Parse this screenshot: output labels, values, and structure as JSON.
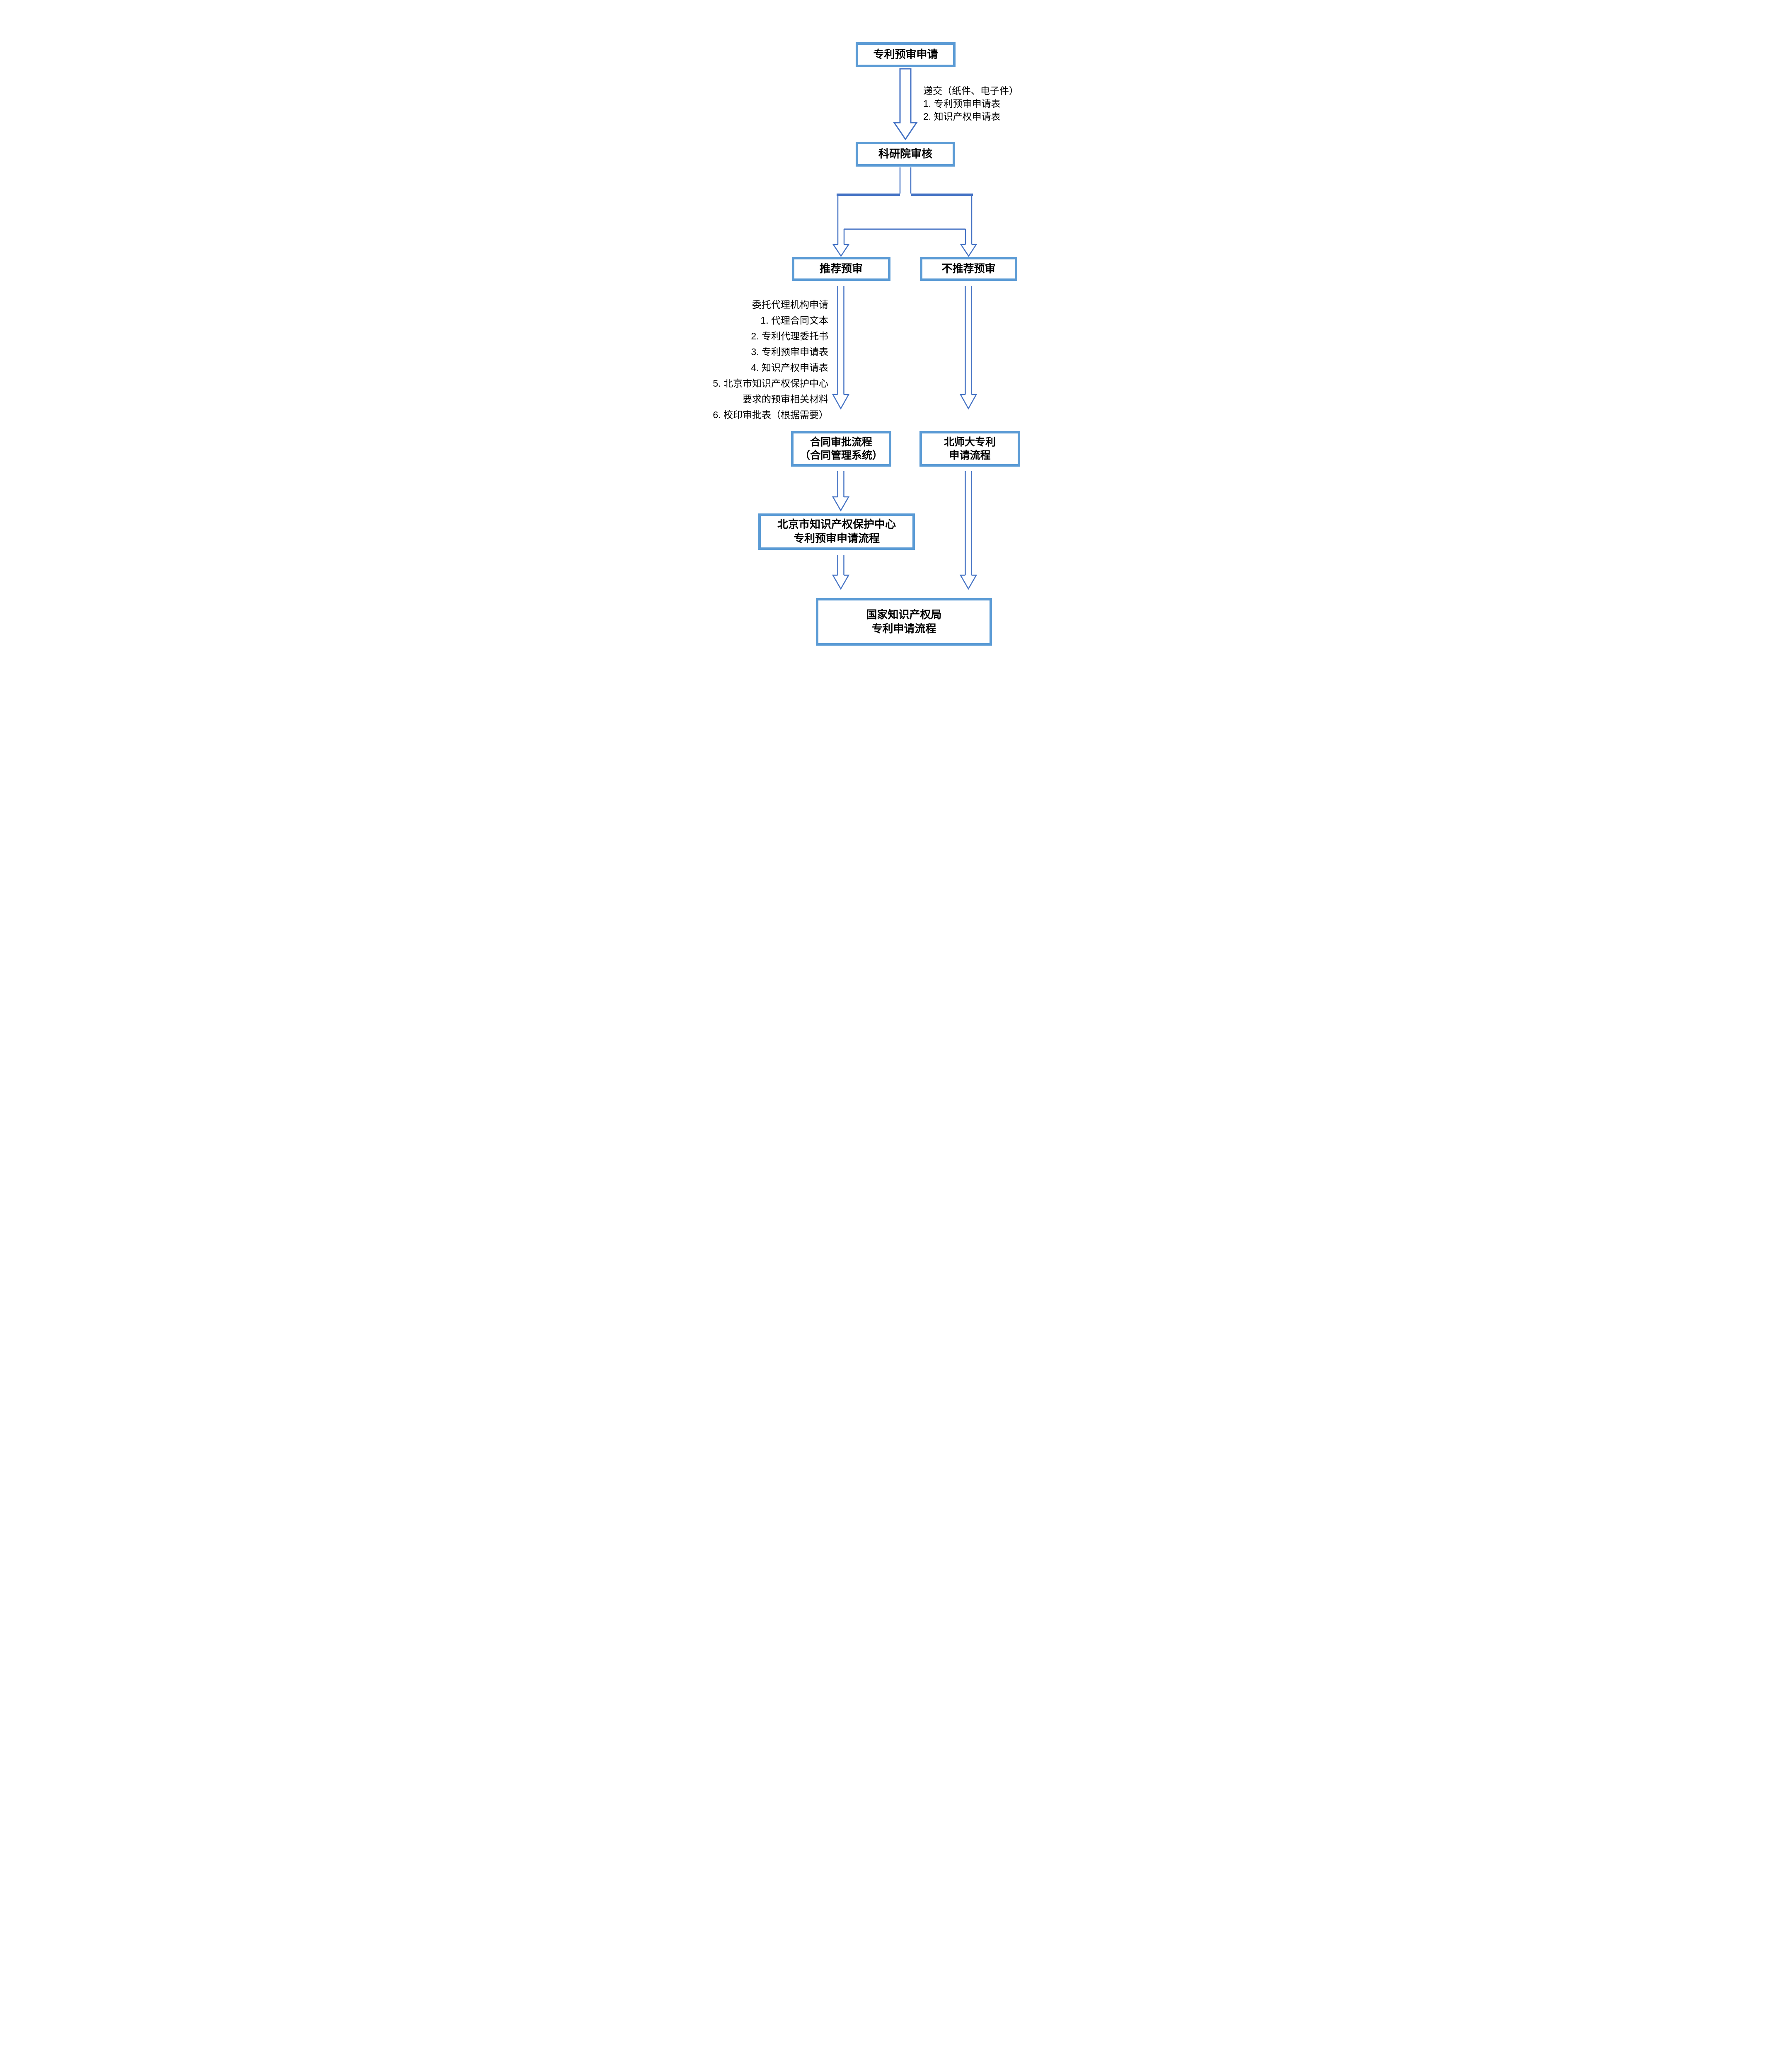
{
  "page": {
    "title": "专利预审申请流程图",
    "background_color": "#ffffff"
  },
  "colors": {
    "box_border": "#5B9BD5",
    "connector": "#4472C4",
    "text": "#000000"
  },
  "nodes": {
    "patent_pre_exam_application": {
      "label": "专利预审申请"
    },
    "research_institute_review": {
      "label": "科研院审核"
    },
    "recommend_pre_exam": {
      "label": "推荐预审"
    },
    "not_recommend_pre_exam": {
      "label": "不推荐预审"
    },
    "contract_approval": {
      "line1": "合同审批流程",
      "line2": "（合同管理系统）"
    },
    "bnu_patent_process": {
      "line1": "北师大专利",
      "line2": "申请流程"
    },
    "beijing_ip_center": {
      "line1": "北京市知识产权保护中心",
      "line2": "专利预审申请流程"
    },
    "cnipa_process": {
      "line1": "国家知识产权局",
      "line2": "专利申请流程"
    }
  },
  "annotations": {
    "submission": {
      "lines": [
        "递交（纸件、电子件）",
        "1. 专利预审申请表",
        "2. 知识产权申请表"
      ]
    },
    "agency": {
      "lines": [
        "委托代理机构申请",
        "1. 代理合同文本",
        "2. 专利代理委托书",
        "3. 专利预审申请表",
        "4. 知识产权申请表",
        "5. 北京市知识产权保护中心",
        "要求的预审相关材料",
        "6. 校印审批表（根据需要）"
      ]
    }
  }
}
